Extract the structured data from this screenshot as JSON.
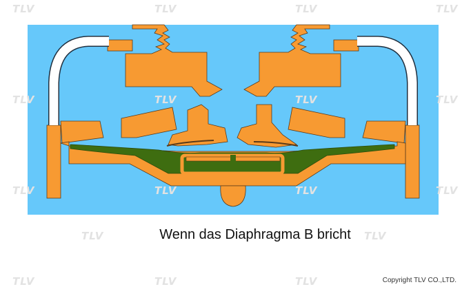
{
  "caption": "Wenn das Diaphragma B bricht",
  "copyright": "Copyright TLV CO.,LTD.",
  "watermark_text": "TLV",
  "colors": {
    "background": "#66c8fa",
    "body": "#f79a32",
    "outline": "#5a3a1a",
    "diaphragm": "#3e6d10",
    "tube": "#ffffff"
  }
}
